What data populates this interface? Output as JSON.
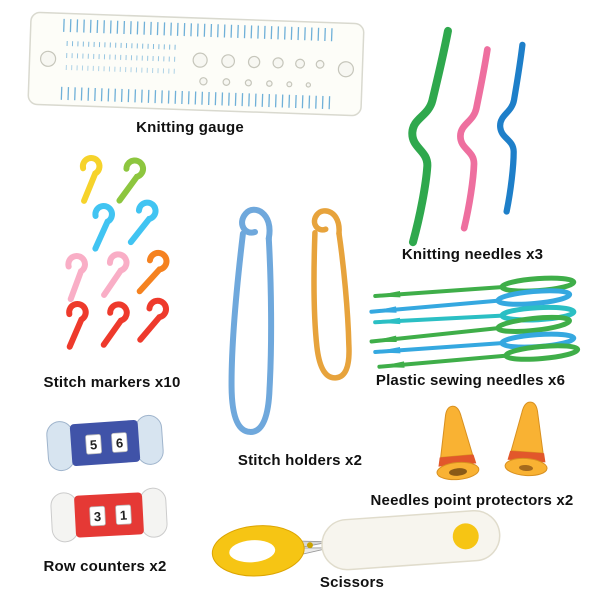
{
  "labels": {
    "knitting_gauge": "Knitting gauge",
    "knitting_needles": "Knitting needles x3",
    "stitch_markers": "Stitch markers x10",
    "stitch_holders": "Stitch holders x2",
    "sewing_needles": "Plastic sewing needles x6",
    "point_protectors": "Needles point protectors x2",
    "row_counters": "Row counters x2",
    "scissors": "Scissors"
  },
  "counters": {
    "counter1_digits": [
      "5",
      "6"
    ],
    "counter2_digits": [
      "3",
      "1"
    ]
  },
  "colors": {
    "gauge_tick": "#6fb0d8",
    "needle_green": "#2fa84d",
    "needle_pink": "#ee6f9f",
    "needle_blue": "#1e7fc9",
    "markers": [
      "#f6d32b",
      "#8dc63f",
      "#41c4f2",
      "#41c4f2",
      "#f9aec6",
      "#f9aec6",
      "#f58220",
      "#ee3a2c",
      "#ee3a2c",
      "#ee3a2c"
    ],
    "holder_blue": "#6fa8dc",
    "holder_yellow": "#e7a33c",
    "sewing_needles": [
      "#3fae49",
      "#35a8e0",
      "#2bbfc4",
      "#3fae49",
      "#35a8e0",
      "#3fae49"
    ],
    "protector_yellow": "#f9b233",
    "protector_band": "#e2572b",
    "counter1_cap": "#d7e4f0",
    "counter1_band": "#4053a8",
    "counter2_cap": "#f4f4f2",
    "counter2_band": "#e53935",
    "scissors_yellow": "#f6c514",
    "scissors_sheath": "#f7f5ee"
  }
}
